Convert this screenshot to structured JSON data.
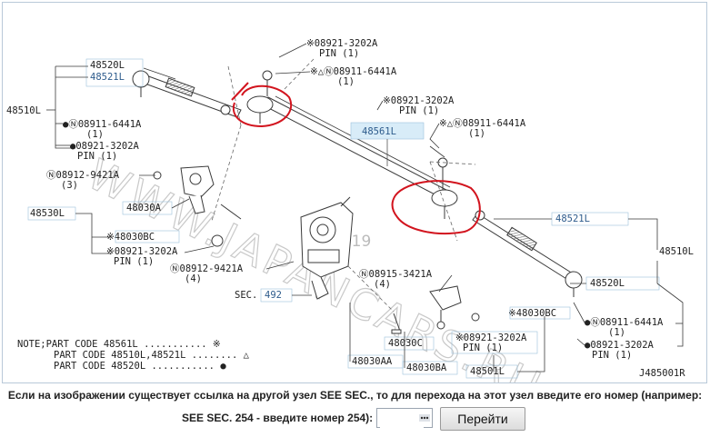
{
  "watermark": "WWW.JAPANCARS.RU",
  "watermark_year": "2019",
  "figure_code": "J485001R",
  "parts": {
    "p48520L_a": "48520L",
    "p48521L_a": "48521L",
    "p48510L_a": "48510L",
    "p48561L": "48561L",
    "p48530L": "48530L",
    "p48030A": "48030A",
    "p48030BC_a": "48030BC",
    "p48521L_b": "48521L",
    "p48510L_b": "48510L",
    "p48520L_b": "48520L",
    "p48030BC_b": "48030BC",
    "p48030C": "48030C",
    "p48030AA": "48030AA",
    "p48030BA": "48030BA",
    "p48501L": "48501L",
    "sec492": "492"
  },
  "callouts": {
    "c1": "※08921-3202A",
    "c1_pin": "PIN (1)",
    "c2": "※△Ⓝ08911-6441A",
    "c2_q": "(1)",
    "c3": "※08921-3202A",
    "c3_pin": "PIN (1)",
    "c4": "※△Ⓝ08911-6441A",
    "c4_q": "(1)",
    "c5": "●Ⓝ08911-6441A",
    "c5_q": "(1)",
    "c6": "●08921-3202A",
    "c6_pin": "PIN (1)",
    "c7": "Ⓝ08912-9421A",
    "c7_q": "(3)",
    "c8": "※48030BC",
    "c9": "※08921-3202A",
    "c9_pin": "PIN (1)",
    "c10": "Ⓝ08912-9421A",
    "c10_q": "(4)",
    "c11": "Ⓝ08915-3421A",
    "c11_q": "(4)",
    "c12": "※08921-3202A",
    "c12_pin": "PIN (1)",
    "c13": "●Ⓝ08911-6441A",
    "c13_q": "(1)",
    "c14": "●08921-3202A",
    "c14_pin": "PIN (1)",
    "sec_prefix": "SEC."
  },
  "notes": {
    "line1": "NOTE;PART CODE 48561L ........... ※",
    "line2": "PART CODE 48510L,48521L ........ △",
    "line3": "PART CODE 48520L ........... ●"
  },
  "footer": {
    "hint": "Если на изображении существует ссылка на другой узел SEE SEC., то для перехода на этот узел введите его номер (например:",
    "form_label": "SEE SEC. 254 - введите номер 254):",
    "input_value": "",
    "button_label": "Перейти"
  },
  "colors": {
    "line": "#3a3a3a",
    "label_blue": "#2d5b8c",
    "highlight_box": "#d8ecf8",
    "marker": "#d2141e",
    "frame": "#b9c9d9"
  }
}
